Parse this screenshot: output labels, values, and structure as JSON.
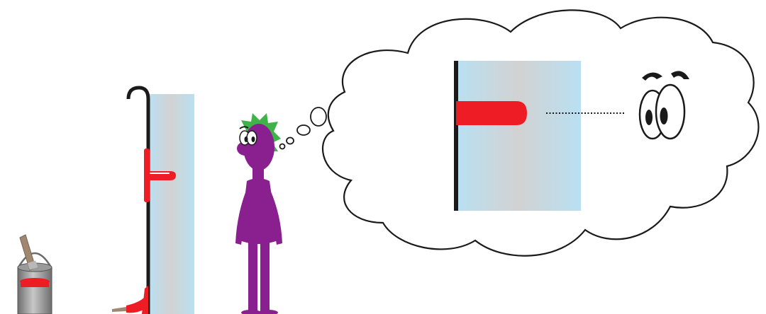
{
  "colors": {
    "background": "#ffffff",
    "paint_red": "#ee1c25",
    "figure_purple": "#8a1f8f",
    "hair_green": "#3fb34a",
    "outline": "#1a1a1a",
    "glass_edge": "#b9e0f2",
    "glass_center": "#d2d2d2",
    "bucket_grey": "#8c8c8c",
    "brush_handle": "#a08870"
  },
  "icons": [
    "paint-bucket-icon",
    "paintbrush-icon",
    "thin-layer-chromatography-plate",
    "thinking-person-figure",
    "thought-bubble",
    "big-cartoon-eyes-icon"
  ]
}
